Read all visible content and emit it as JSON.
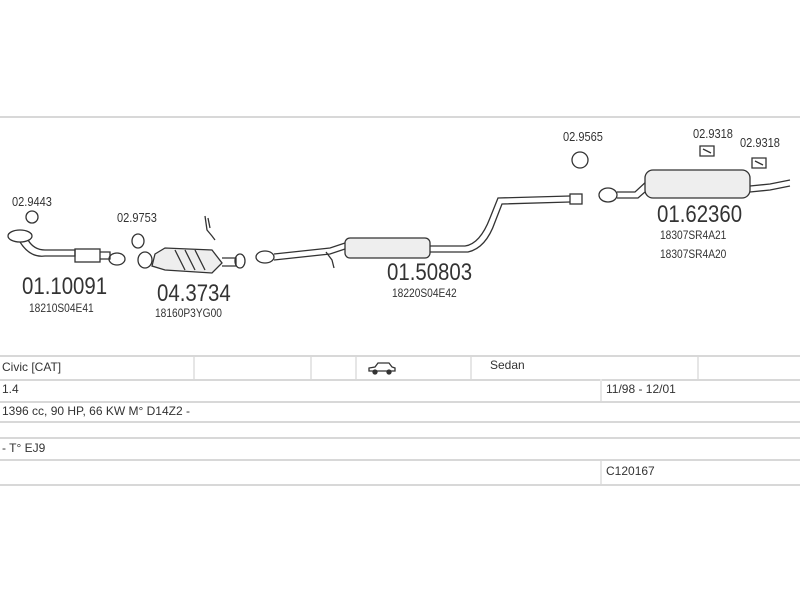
{
  "parts": [
    {
      "number": "02.9443"
    },
    {
      "number": "01.10091",
      "oem": "18210S04E41"
    },
    {
      "number": "02.9753"
    },
    {
      "number": "04.3734",
      "oem": "18160P3YG00"
    },
    {
      "number": "01.50803",
      "oem": "18220S04E42"
    },
    {
      "number": "02.9565"
    },
    {
      "number": "02.9318"
    },
    {
      "number": "02.9318"
    },
    {
      "number": "01.62360",
      "oem": "18307SR4A21",
      "oem2": "18307SR4A20"
    }
  ],
  "vehicle": {
    "model": "Civic  [CAT]",
    "body_icon": "car-icon",
    "body": "Sedan",
    "engine": "1.4",
    "dates": "11/98 - 12/01",
    "spec": "1396 cc, 90 HP, 66 KW  M° D14Z2 -",
    "type": "- T° EJ9",
    "code": "C120167"
  }
}
